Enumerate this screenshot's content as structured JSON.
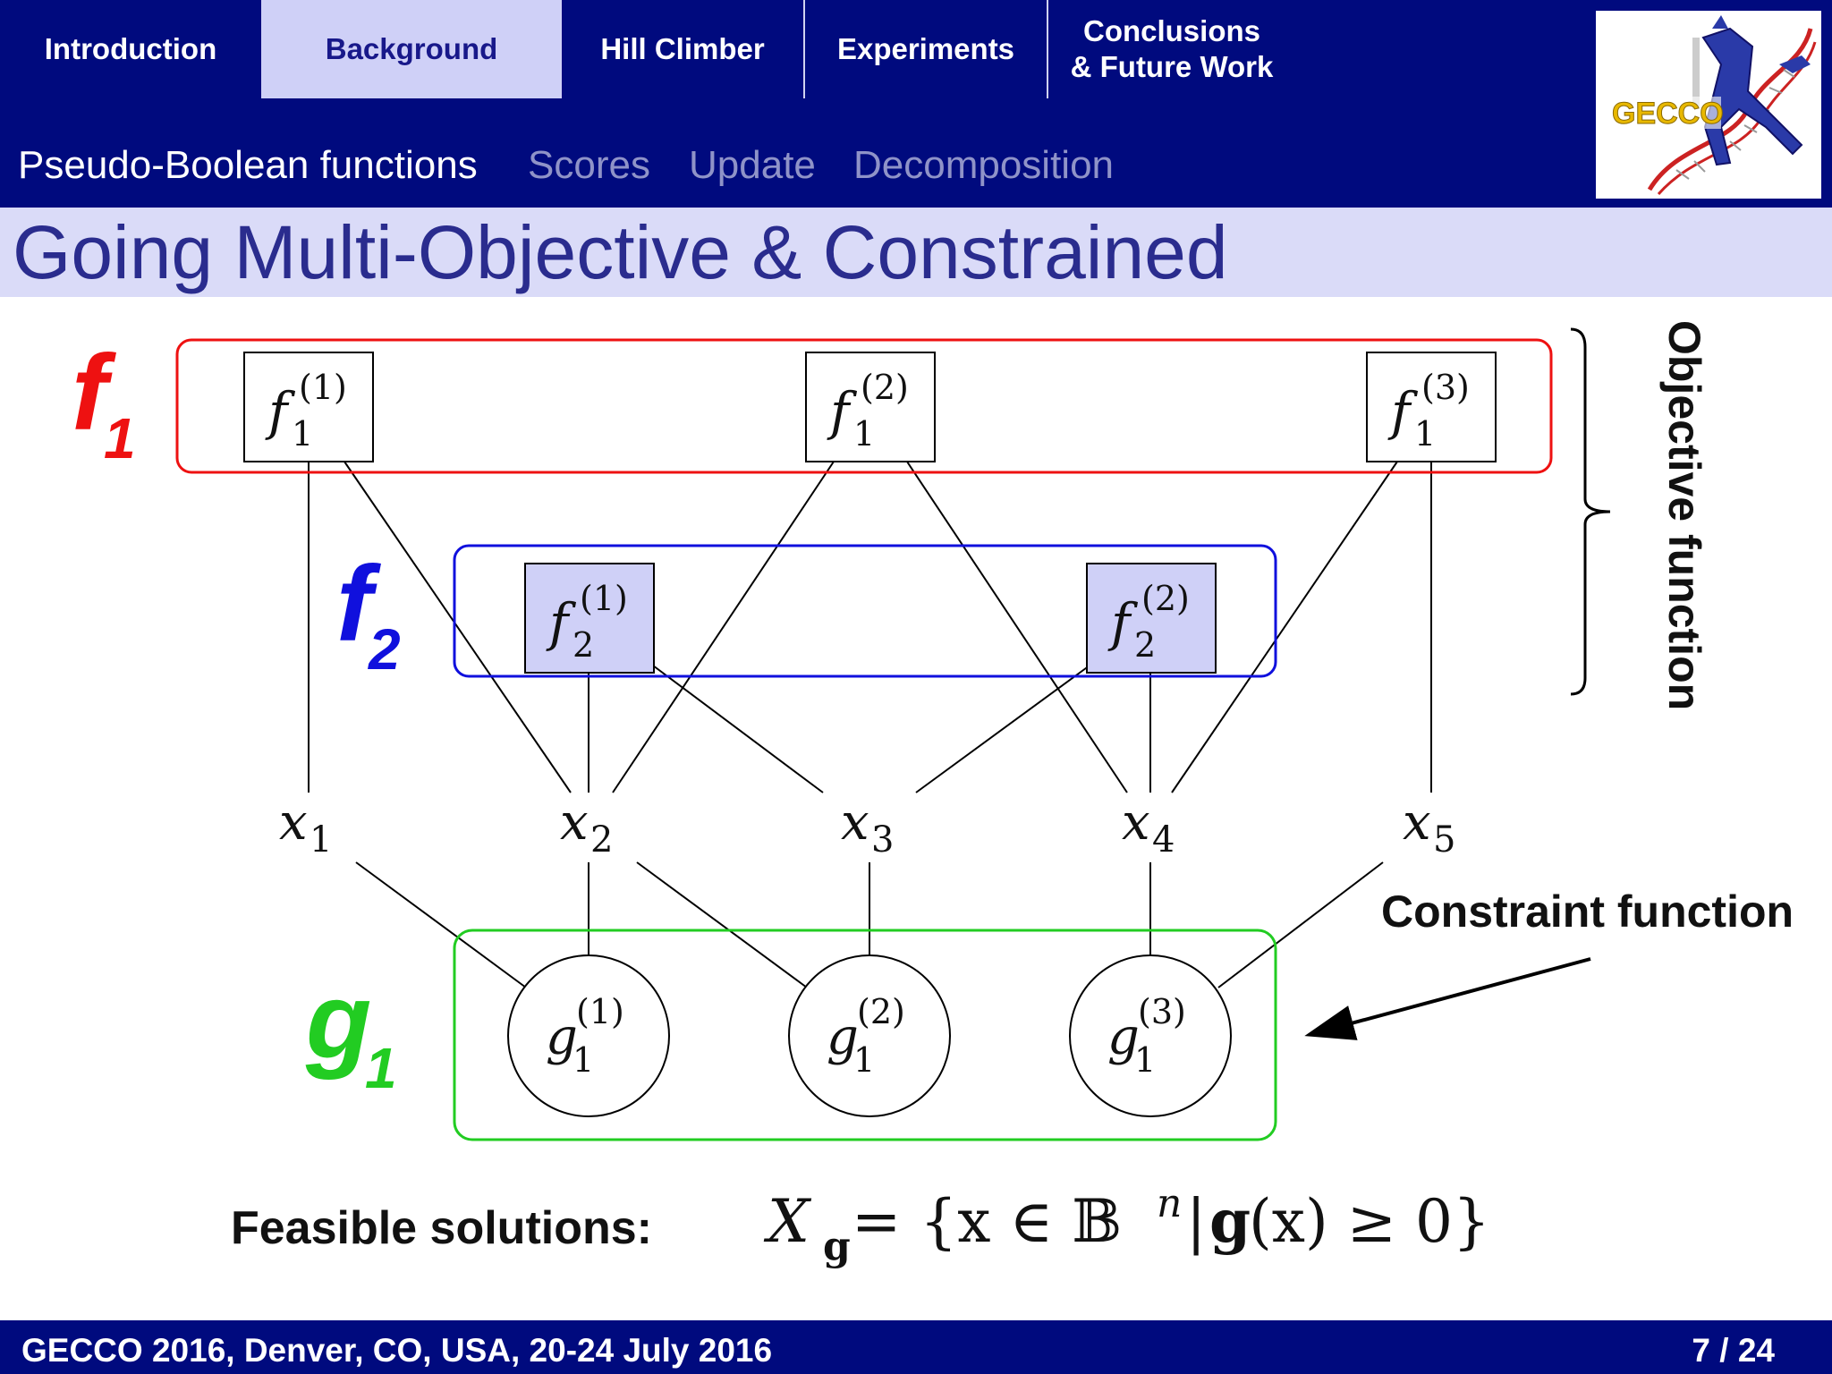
{
  "nav": {
    "sections": [
      {
        "label": "Introduction"
      },
      {
        "label": "Background"
      },
      {
        "label": "Hill Climber"
      },
      {
        "label": "Experiments"
      },
      {
        "label_line1": "Conclusions",
        "label_line2": "& Future Work"
      }
    ],
    "active_index": 1,
    "subsections": [
      {
        "label": "Pseudo-Boolean functions"
      },
      {
        "label": "Scores"
      },
      {
        "label": "Update"
      },
      {
        "label": "Decomposition"
      }
    ],
    "active_sub_index": 0
  },
  "logo": {
    "text": "GECCO"
  },
  "slide": {
    "title": "Going Multi-Objective & Constrained"
  },
  "diagram": {
    "group_labels": {
      "f1": "f",
      "f1_sub": "1",
      "f2": "f",
      "f2_sub": "2",
      "g1": "g",
      "g1_sub": "1"
    },
    "f1_factors": [
      {
        "base": "f",
        "sub": "1",
        "sup": "(1)"
      },
      {
        "base": "f",
        "sub": "1",
        "sup": "(2)"
      },
      {
        "base": "f",
        "sub": "1",
        "sup": "(3)"
      }
    ],
    "f2_factors": [
      {
        "base": "f",
        "sub": "2",
        "sup": "(1)"
      },
      {
        "base": "f",
        "sub": "2",
        "sup": "(2)"
      }
    ],
    "variables": [
      {
        "base": "x",
        "sub": "1"
      },
      {
        "base": "x",
        "sub": "2"
      },
      {
        "base": "x",
        "sub": "3"
      },
      {
        "base": "x",
        "sub": "4"
      },
      {
        "base": "x",
        "sub": "5"
      }
    ],
    "g1_factors": [
      {
        "base": "g",
        "sub": "1",
        "sup": "(1)"
      },
      {
        "base": "g",
        "sub": "1",
        "sup": "(2)"
      },
      {
        "base": "g",
        "sub": "1",
        "sup": "(3)"
      }
    ],
    "objective_label": "Objective function",
    "constraint_label": "Constraint function",
    "feasible_label": "Feasible solutions:",
    "formula": {
      "X": "X",
      "Xsub": "g",
      "rest1": " = {x ∈ 𝔹",
      "n": "n",
      "rest2": "|",
      "g": "g",
      "rest3": "(x) ≥ 0}"
    },
    "colors": {
      "f1": "#ee1111",
      "f2": "#1010dd",
      "g1": "#22cc22",
      "f2_fill": "#cfd0f7"
    }
  },
  "footer": {
    "left": "GECCO 2016, Denver, CO, USA, 20-24 July 2016",
    "page": "7",
    "total": "/ 24"
  }
}
